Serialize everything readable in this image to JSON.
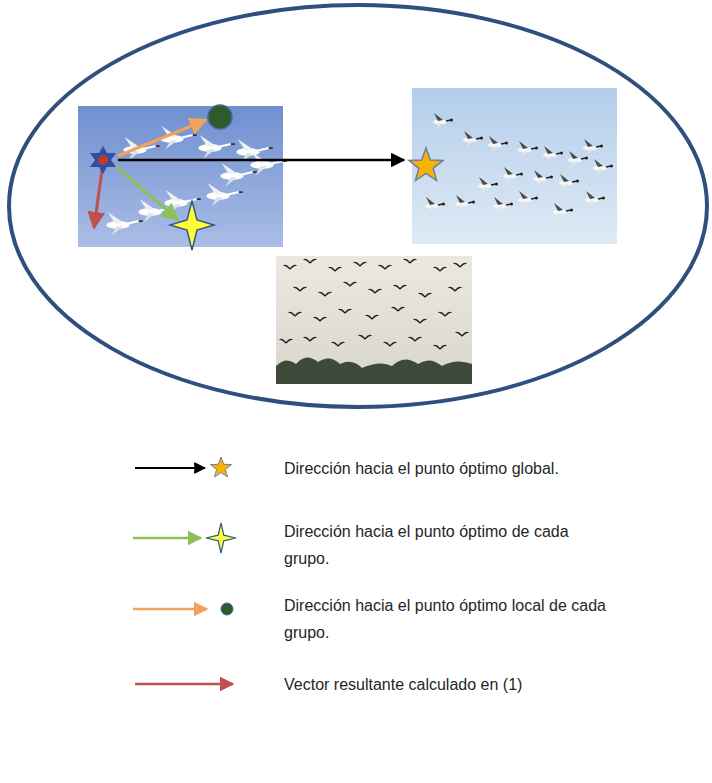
{
  "diagram": {
    "legend": [
      {
        "text": "Dirección hacia el punto óptimo global."
      },
      {
        "text": "Dirección hacia el punto óptimo de cada grupo."
      },
      {
        "text": "Dirección hacia el punto óptimo local de cada grupo."
      },
      {
        "text": "Vector resultante calculado en (1)"
      }
    ]
  }
}
